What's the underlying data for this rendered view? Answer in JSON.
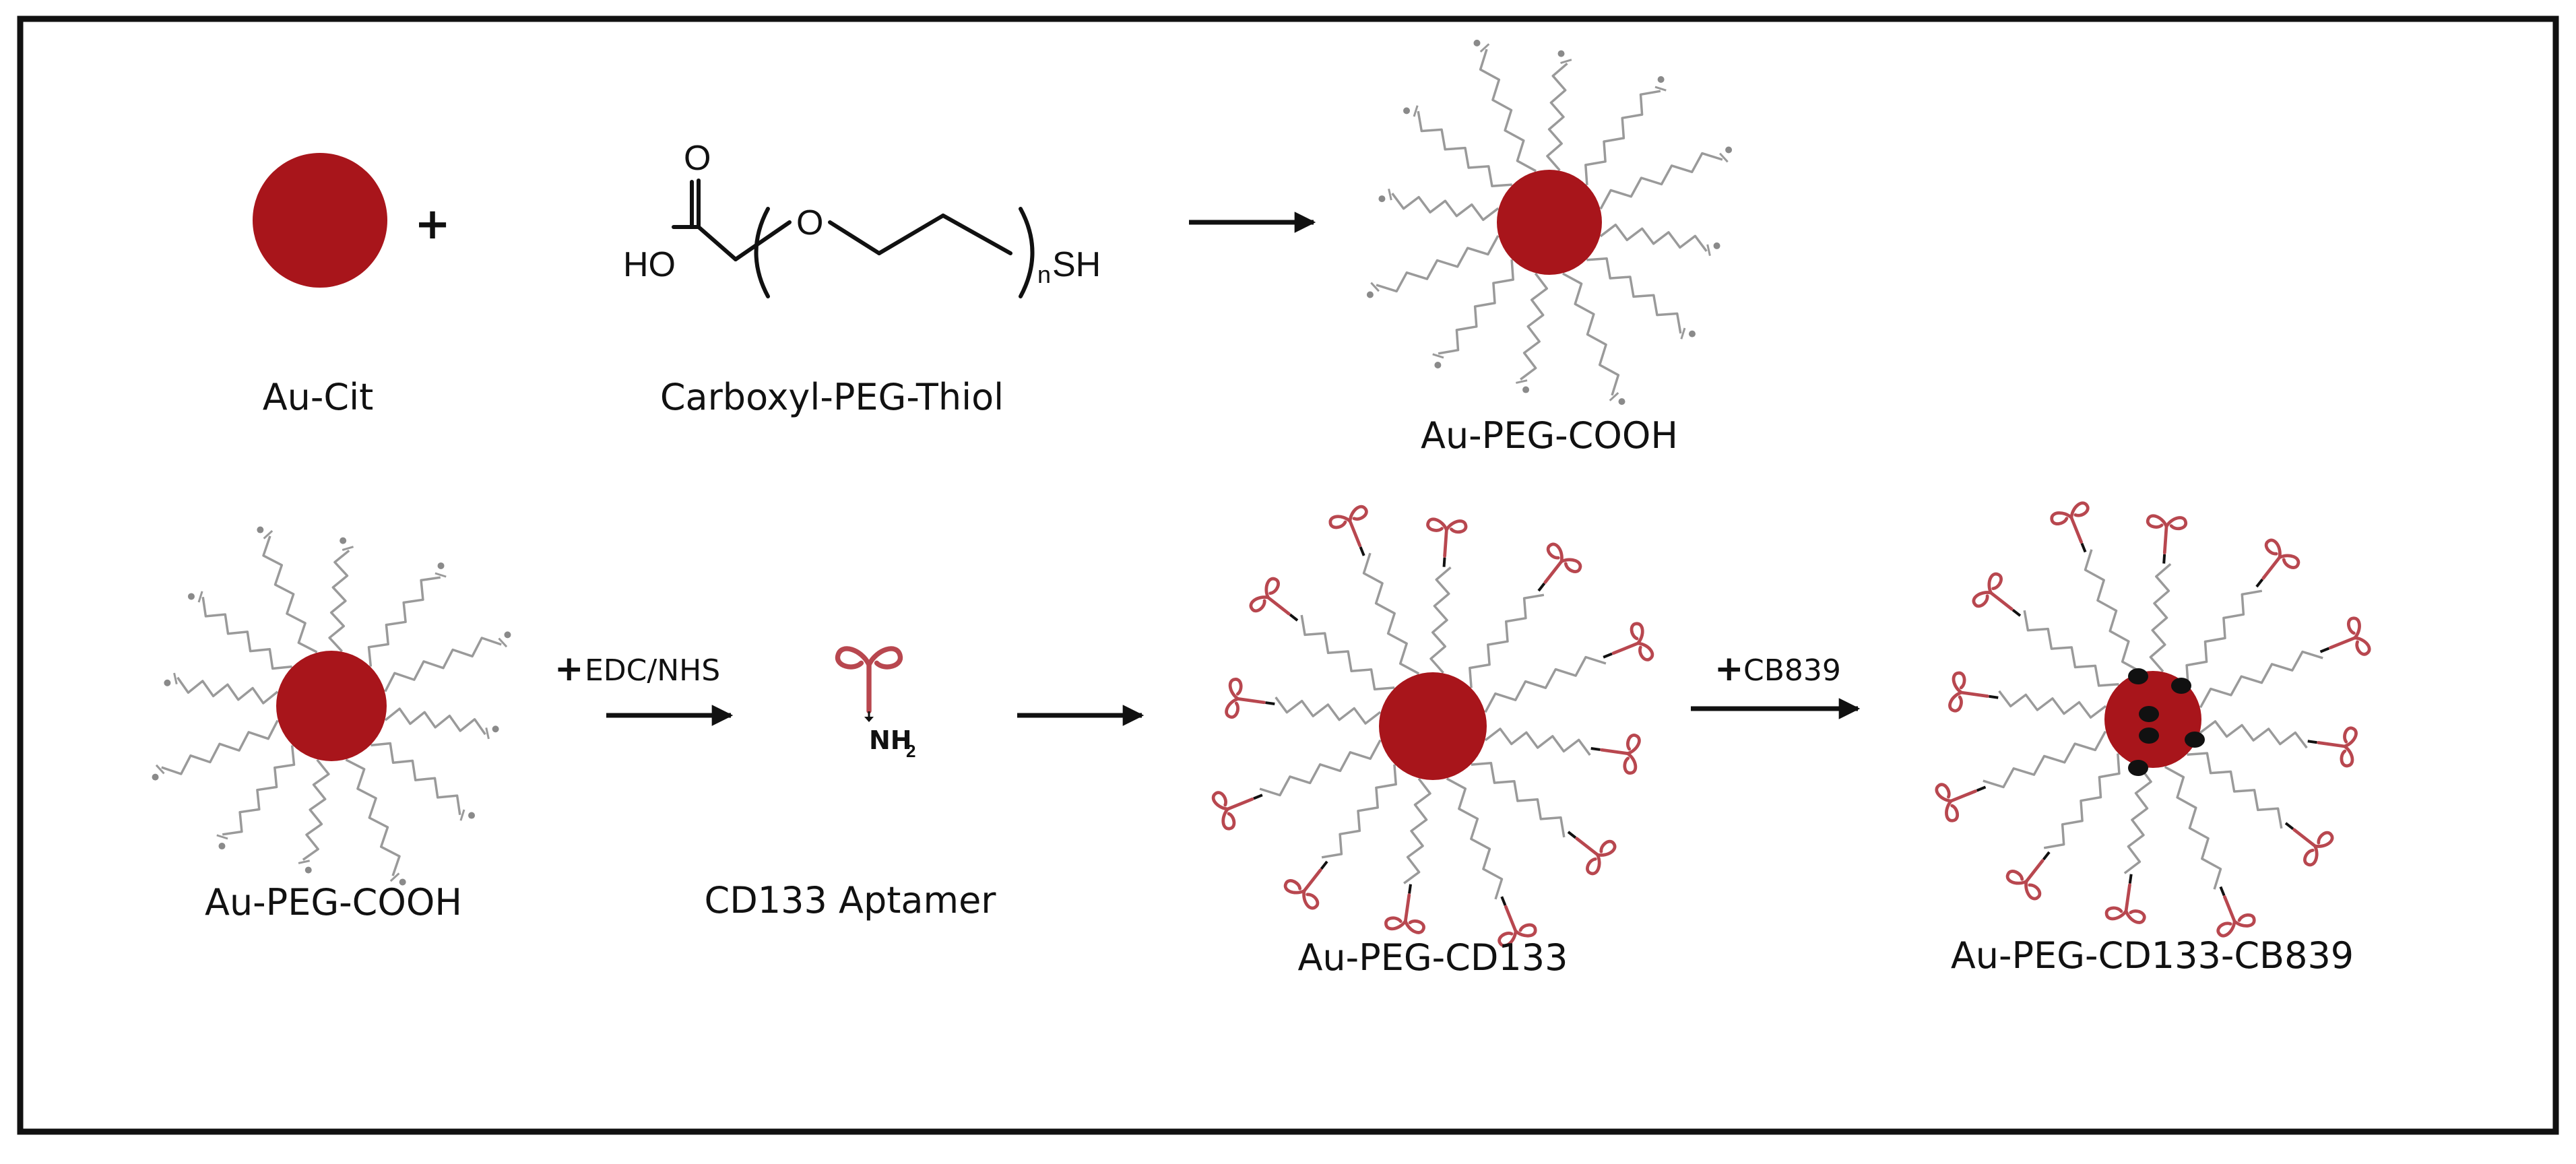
{
  "labels": {
    "au_cit": "Au-Cit",
    "carboxyl_peg_thiol": "Carboxyl-PEG-Thiol",
    "au_peg_cooh_top": "Au-PEG-COOH",
    "au_peg_cooh_bottom": "Au-PEG-COOH",
    "cd133_aptamer": "CD133 Aptamer",
    "au_peg_cd133": "Au-PEG-CD133",
    "au_peg_cd133_cb839": "Au-PEG-CD133-CB839"
  },
  "structure": {
    "ho": "HO",
    "o_carbonyl": "O",
    "o_ether": "O",
    "n": "n",
    "sh": "SH"
  },
  "reagents": {
    "plus": "+",
    "edc_nhs": "EDC/NHS",
    "cb839": "CB839",
    "nh2": "NH",
    "nh2_sub": "2"
  },
  "colors": {
    "gold_nanoparticle": "#a8151b",
    "peg_chain": "#9a9a9a",
    "aptamer": "#b8474f",
    "drug": "#111111",
    "frame": "#111111"
  }
}
